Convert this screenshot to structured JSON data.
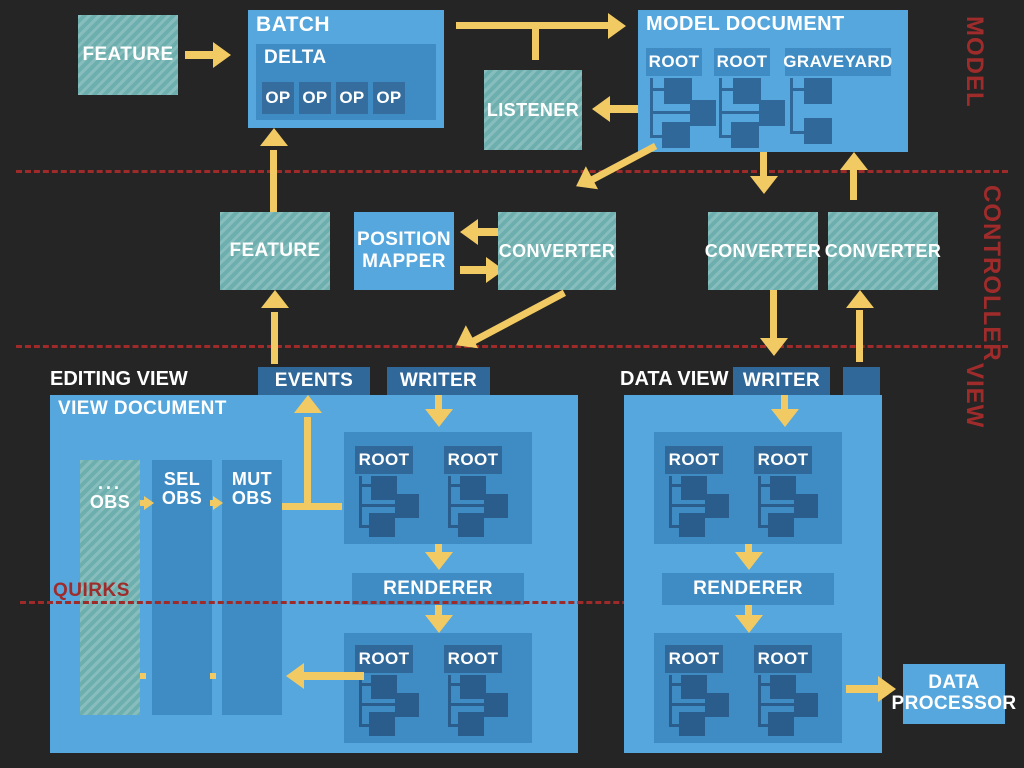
{
  "diagram": {
    "title": "CKEditor 5 architecture overview",
    "bands": [
      {
        "name": "MODEL",
        "label": "MODEL"
      },
      {
        "name": "CONTROLLER",
        "label": "CONTROLLER"
      },
      {
        "name": "VIEW",
        "label": "VIEW"
      }
    ],
    "colors": {
      "background": "#252525",
      "accent_red": "#a02b2b",
      "arrow_yellow": "#f2ca63",
      "teal_hatch": "#6dafae",
      "blue_light": "#55a7dd",
      "blue_mid": "#3f8cc4",
      "blue_dark": "#356d9e",
      "blue_nav": "#2f6899"
    },
    "model": {
      "feature": "FEATURE",
      "batch": {
        "title": "BATCH",
        "delta": {
          "title": "DELTA",
          "ops": [
            "OP",
            "OP",
            "OP",
            "OP"
          ]
        }
      },
      "listener": "LISTENER",
      "model_document": {
        "title": "MODEL DOCUMENT",
        "roots": [
          "ROOT",
          "ROOT",
          "GRAVEYARD"
        ]
      }
    },
    "controller": {
      "feature": "FEATURE",
      "position_mapper": "POSITION MAPPER",
      "converters": [
        "CONVERTER",
        "CONVERTER",
        "CONVERTER"
      ]
    },
    "view": {
      "editing_view": {
        "title": "EDITING VIEW",
        "events": "EVENTS",
        "writer": "WRITER",
        "document": {
          "title": "VIEW DOCUMENT",
          "observers": [
            {
              "line1": "...",
              "line2": "OBS"
            },
            {
              "line1": "SEL",
              "line2": "OBS"
            },
            {
              "line1": "MUT",
              "line2": "OBS"
            }
          ],
          "upper_roots": [
            "ROOT",
            "ROOT"
          ],
          "renderer": "RENDERER",
          "lower_roots": [
            "ROOT",
            "ROOT"
          ]
        }
      },
      "quirks": "QUIRKS",
      "data_view": {
        "title": "DATA VIEW",
        "writer": "WRITER",
        "extra": "",
        "document": {
          "upper_roots": [
            "ROOT",
            "ROOT"
          ],
          "renderer": "RENDERER",
          "lower_roots": [
            "ROOT",
            "ROOT"
          ]
        }
      },
      "data_processor": {
        "line1": "DATA",
        "line2": "PROCESSOR"
      }
    }
  }
}
